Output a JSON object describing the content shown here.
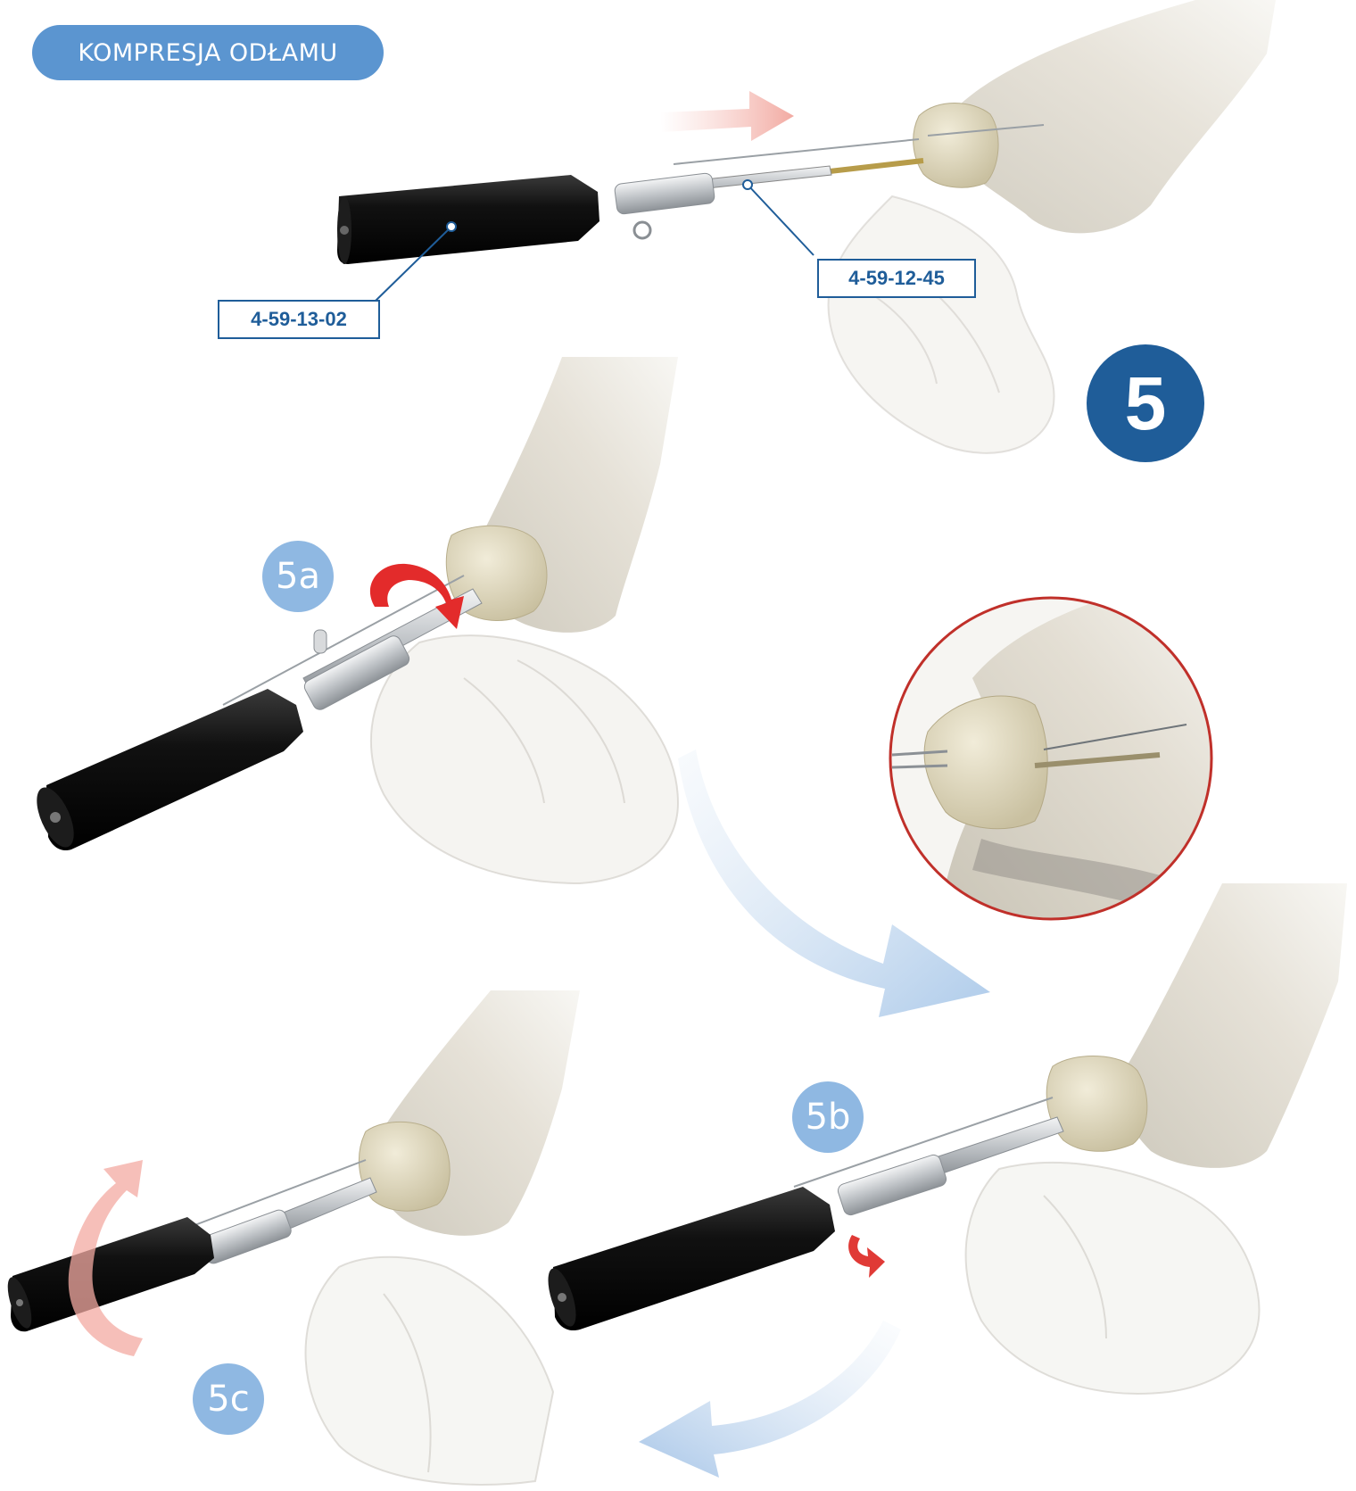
{
  "header": {
    "section_label": "KOMPRESJA ODŁAMU"
  },
  "step": {
    "number": "5"
  },
  "substeps": {
    "a": "5a",
    "b": "5b",
    "c": "5c"
  },
  "part_codes": {
    "handle": "4-59-13-02",
    "screwdriver": "4-59-12-45"
  },
  "colors": {
    "pill": "#5b95d0",
    "code_border": "#1f5d99",
    "step_badge": "#1f5d99",
    "sub_badge": "#8fb8e2",
    "rotation_arrow": "#e32b2b",
    "faded_arrow_red": "#f2b6b0",
    "faded_arrow_blue": "#bcd3ec",
    "zoom_circle": "#c0302a",
    "bone": "#dcd7cb",
    "handle": "#151515",
    "metal": "#c8cbce"
  }
}
